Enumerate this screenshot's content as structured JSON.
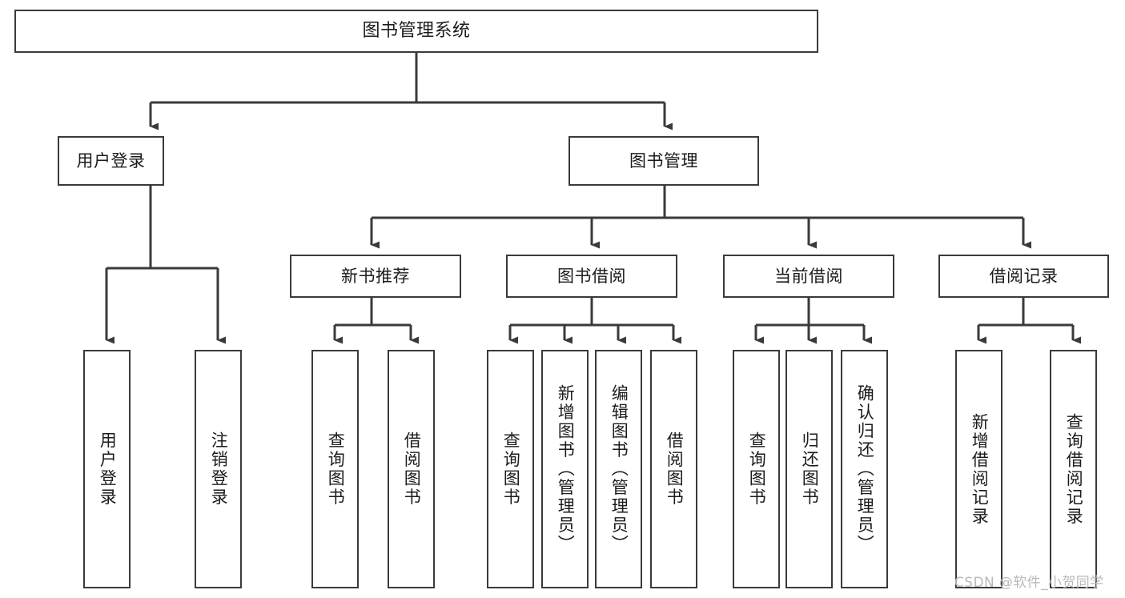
{
  "diagram": {
    "title": "图书管理系统",
    "type": "功能结构图",
    "stroke_color": "#3a3a3a",
    "text_color": "#1b1b1b",
    "background_color": "#ffffff"
  },
  "nodes": {
    "root": {
      "label": "图书管理系统",
      "level": 0
    },
    "user_login": {
      "label": "用户登录",
      "level": 1
    },
    "book_manage": {
      "label": "图书管理",
      "level": 1
    },
    "new_book_rec": {
      "label": "新书推荐",
      "level": 2
    },
    "book_borrow": {
      "label": "图书借阅",
      "level": 2
    },
    "current_borrow": {
      "label": "当前借阅",
      "level": 2
    },
    "borrow_record": {
      "label": "借阅记录",
      "level": 2
    },
    "leaf_user_login": {
      "label": "用户登录",
      "level": 3
    },
    "leaf_logout": {
      "label": "注销登录",
      "level": 3
    },
    "leaf_rec_query": {
      "label": "查询图书",
      "level": 3
    },
    "leaf_rec_borrow": {
      "label": "借阅图书",
      "level": 3
    },
    "leaf_borrow_query": {
      "label": "查询图书",
      "level": 3
    },
    "leaf_add_book": {
      "label": "新增图书（管理员）",
      "level": 3
    },
    "leaf_edit_book": {
      "label": "编辑图书（管理员）",
      "level": 3
    },
    "leaf_borrow_book": {
      "label": "借阅图书",
      "level": 3
    },
    "leaf_cur_query": {
      "label": "查询图书",
      "level": 3
    },
    "leaf_return_book": {
      "label": "归还图书",
      "level": 3
    },
    "leaf_confirm_return": {
      "label": "确认归还（管理员）",
      "level": 3
    },
    "leaf_add_record": {
      "label": "新增借阅记录",
      "level": 3
    },
    "leaf_query_record": {
      "label": "查询借阅记录",
      "level": 3
    }
  },
  "tree": {
    "label": "图书管理系统",
    "children": [
      {
        "label": "用户登录",
        "children": [
          {
            "label": "用户登录"
          },
          {
            "label": "注销登录"
          }
        ]
      },
      {
        "label": "图书管理",
        "children": [
          {
            "label": "新书推荐",
            "children": [
              {
                "label": "查询图书"
              },
              {
                "label": "借阅图书"
              }
            ]
          },
          {
            "label": "图书借阅",
            "children": [
              {
                "label": "查询图书"
              },
              {
                "label": "新增图书（管理员）"
              },
              {
                "label": "编辑图书（管理员）"
              },
              {
                "label": "借阅图书"
              }
            ]
          },
          {
            "label": "当前借阅",
            "children": [
              {
                "label": "查询图书"
              },
              {
                "label": "归还图书"
              },
              {
                "label": "确认归还（管理员）"
              }
            ]
          },
          {
            "label": "借阅记录",
            "children": [
              {
                "label": "新增借阅记录"
              },
              {
                "label": "查询借阅记录"
              }
            ]
          }
        ]
      }
    ]
  },
  "watermark": {
    "text": "CSDN @软件_小贺同学"
  }
}
